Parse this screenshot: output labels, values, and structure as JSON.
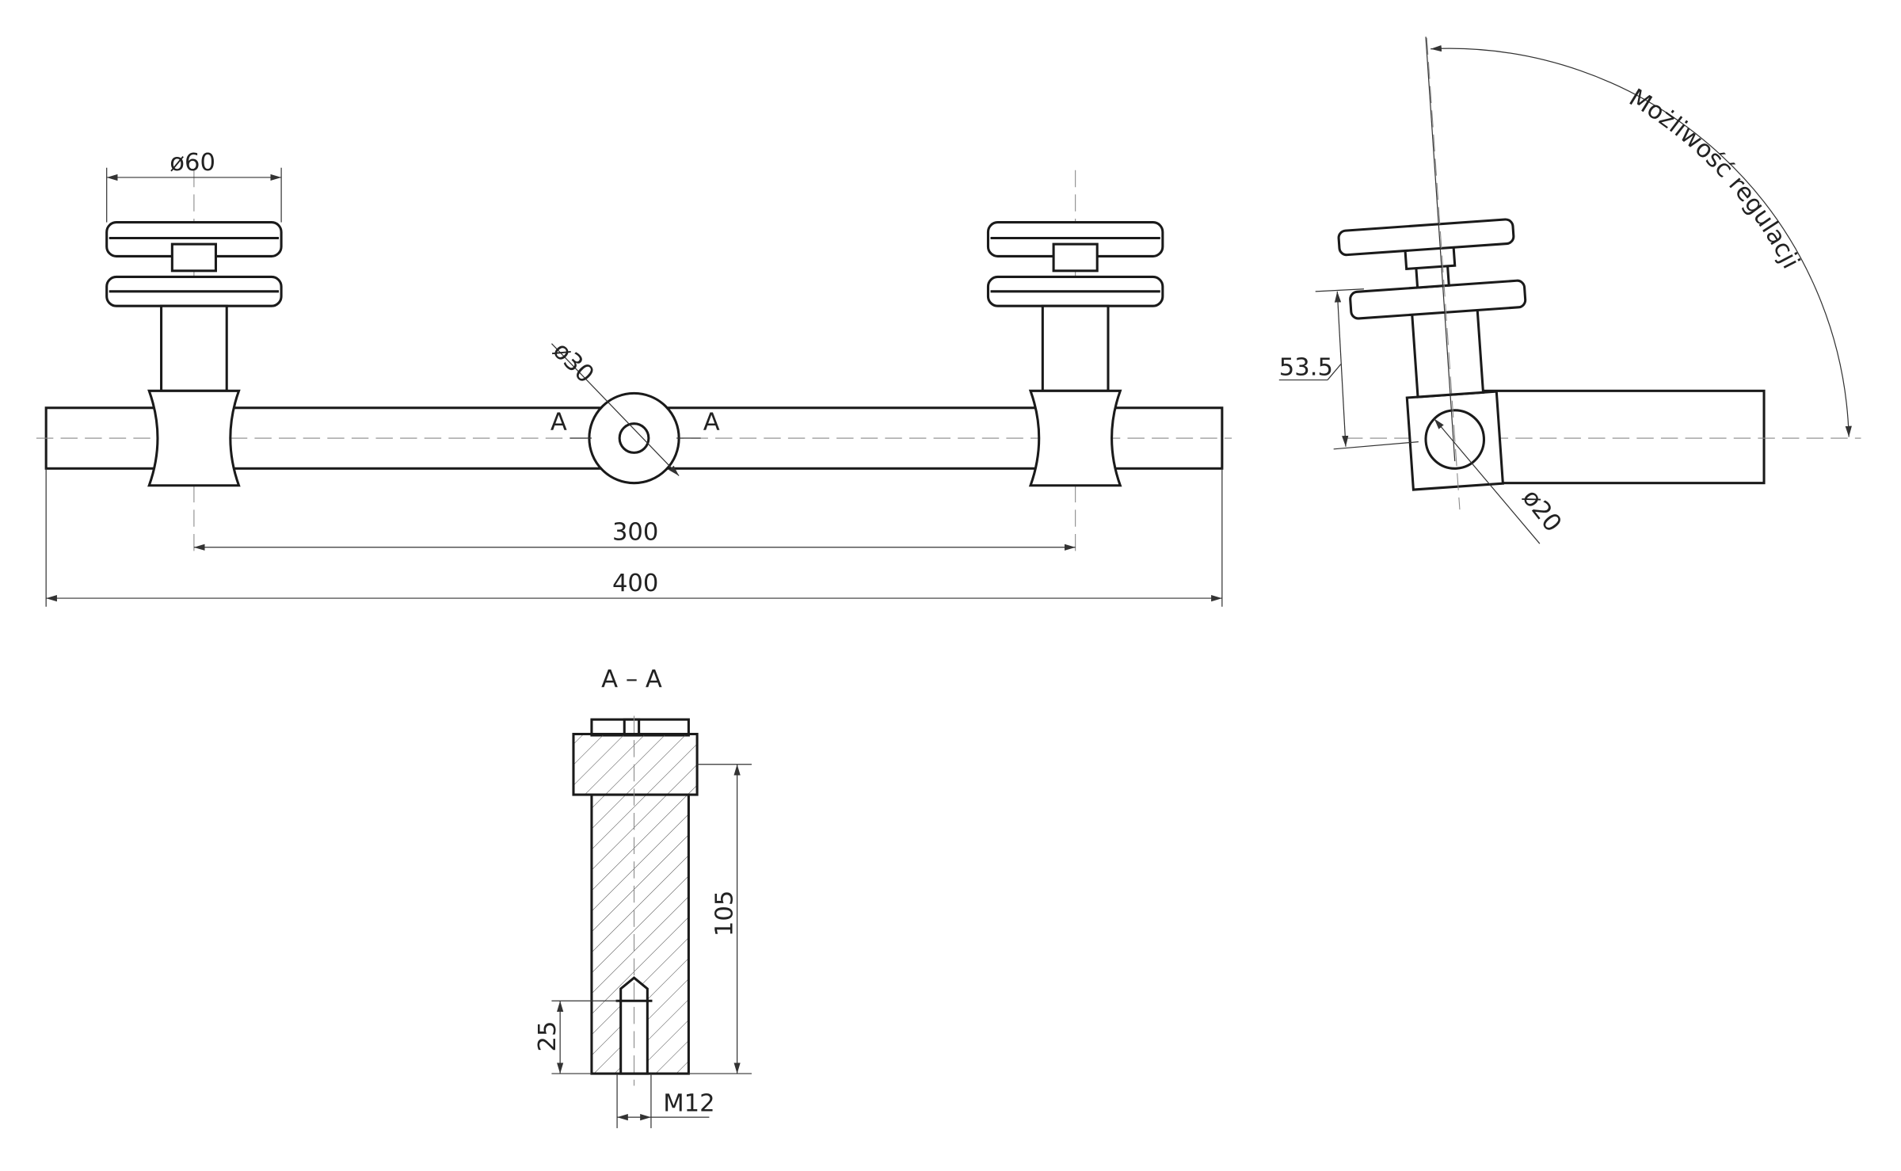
{
  "front_view": {
    "dim_disk_diameter": "ø60",
    "dim_center_diameter": "ø30",
    "dim_post_spacing": "300",
    "dim_total_length": "400",
    "section_mark_left": "A",
    "section_mark_right": "A"
  },
  "side_view": {
    "dim_height": "53.5",
    "dim_tube_diameter": "ø20",
    "adjustment_label": "Możliwość regulacji"
  },
  "section_view": {
    "title": "A – A",
    "dim_length": "105",
    "dim_thread_depth": "25",
    "dim_thread": "M12"
  }
}
